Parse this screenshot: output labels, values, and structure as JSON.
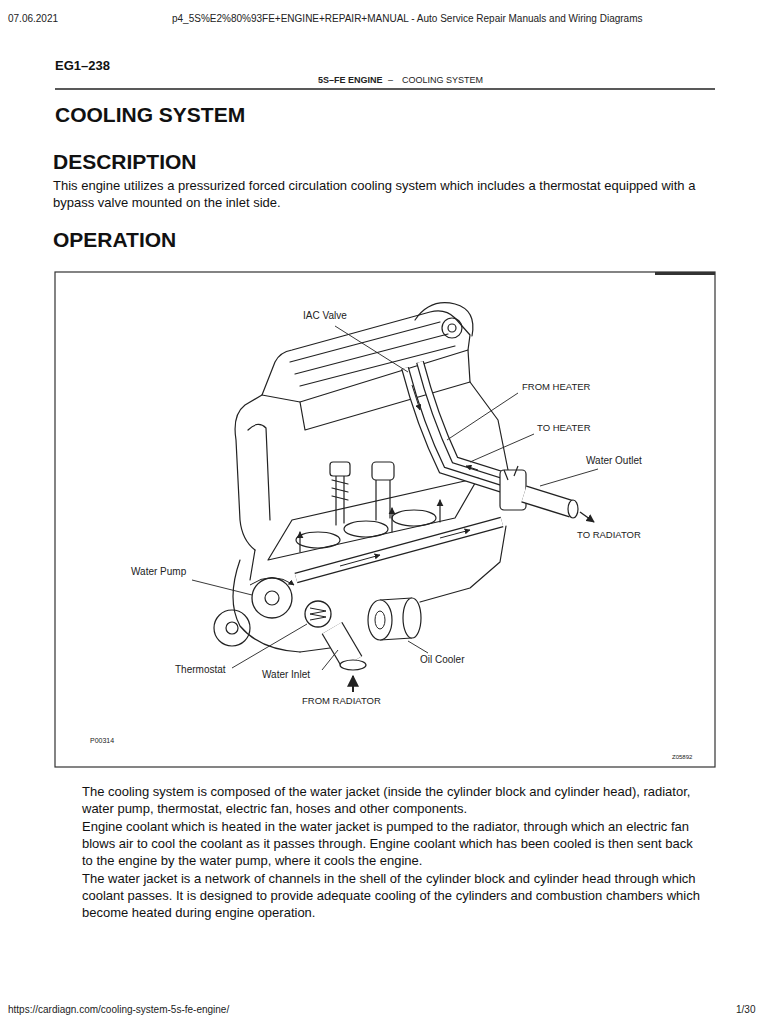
{
  "diagram": {
    "title": "COOLING SYSTEM",
    "labels": [
      "07.06.2021",
      "p4_5S%E2%80%93FE+ENGINE+REPAIR+MANUAL - Auto Service Repair Manuals and Wiring Diagrams",
      "EG1–238",
      "5S–FE ENGINE",
      "–",
      "COOLING SYSTEM",
      "DESCRIPTION",
      "This engine utilizes a pressurized forced circulation cooling system which includes a thermostat equipped with a bypass valve mounted on the inlet side.",
      "OPERATION",
      "IAC Valve",
      "FROM HEATER",
      "TO HEATER",
      "Water Outlet",
      "TO RADIATOR",
      "Water Pump",
      "Thermostat",
      "Water Inlet",
      "Oil Cooler",
      "FROM RADIATOR",
      "P00314",
      "Z05892",
      "The cooling system is composed of the water jacket (inside the cylinder block and cylinder head), radiator, water pump, thermostat, electric fan, hoses and other components.",
      "Engine coolant which is heated in the water jacket is pumped to the radiator, through which an electric fan blows air to cool the coolant as it passes through. Engine coolant which has been cooled is then sent back to the engine by the water pump, where it cools the engine.",
      "The water jacket is a network of channels in the shell of the cylinder block and cylinder head through which coolant passes. It is designed to provide adequate cooling of the cylinders and combustion chambers which become heated during engine operation.",
      "https://cardiagn.com/cooling-system-5s-fe-engine/",
      "1/30"
    ]
  }
}
